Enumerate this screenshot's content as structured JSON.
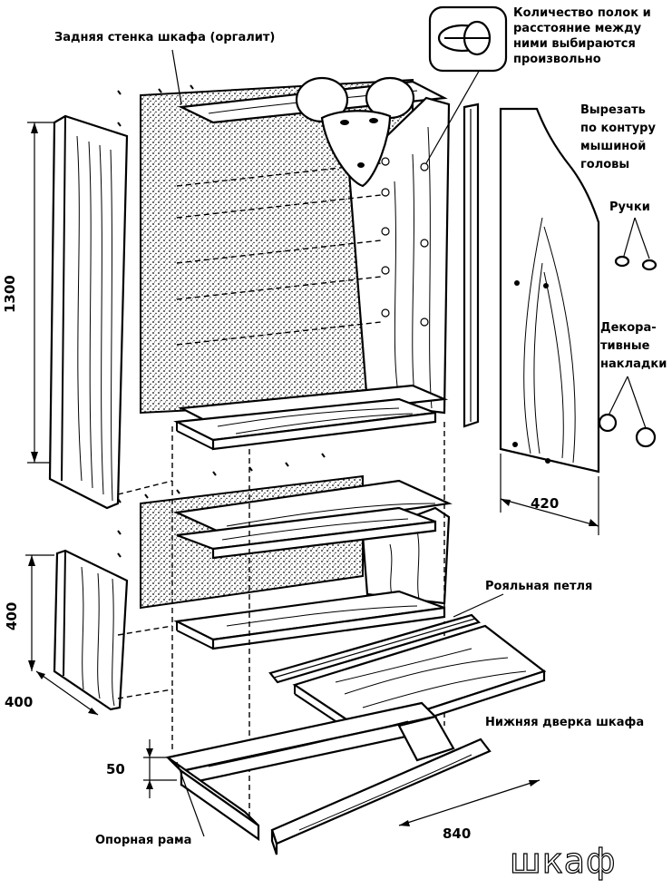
{
  "labels": {
    "back_wall": "Задняя стенка шкафа (оргалит)",
    "shelves_line1": "Количество полок и",
    "shelves_line2": "расстояние между",
    "shelves_line3": "ними выбираются",
    "shelves_line4": "произвольно",
    "cut_line1": "Вырезать",
    "cut_line2": "по контуру",
    "cut_line3": "мышиной",
    "cut_line4": "головы",
    "handles": "Ручки",
    "decor_line1": "Декора-",
    "decor_line2": "тивные",
    "decor_line3": "накладки",
    "piano_hinge": "Рояльная петля",
    "lower_door": "Нижняя дверка шкафа",
    "support_frame": "Опорная рама"
  },
  "dimensions": {
    "height_upper": "1300",
    "height_lower": "400",
    "depth_lower": "400",
    "door_width": "420",
    "frame_height": "50",
    "frame_length": "840"
  },
  "title": "шкаф",
  "colors": {
    "ink": "#000000",
    "paper": "#ffffff"
  }
}
